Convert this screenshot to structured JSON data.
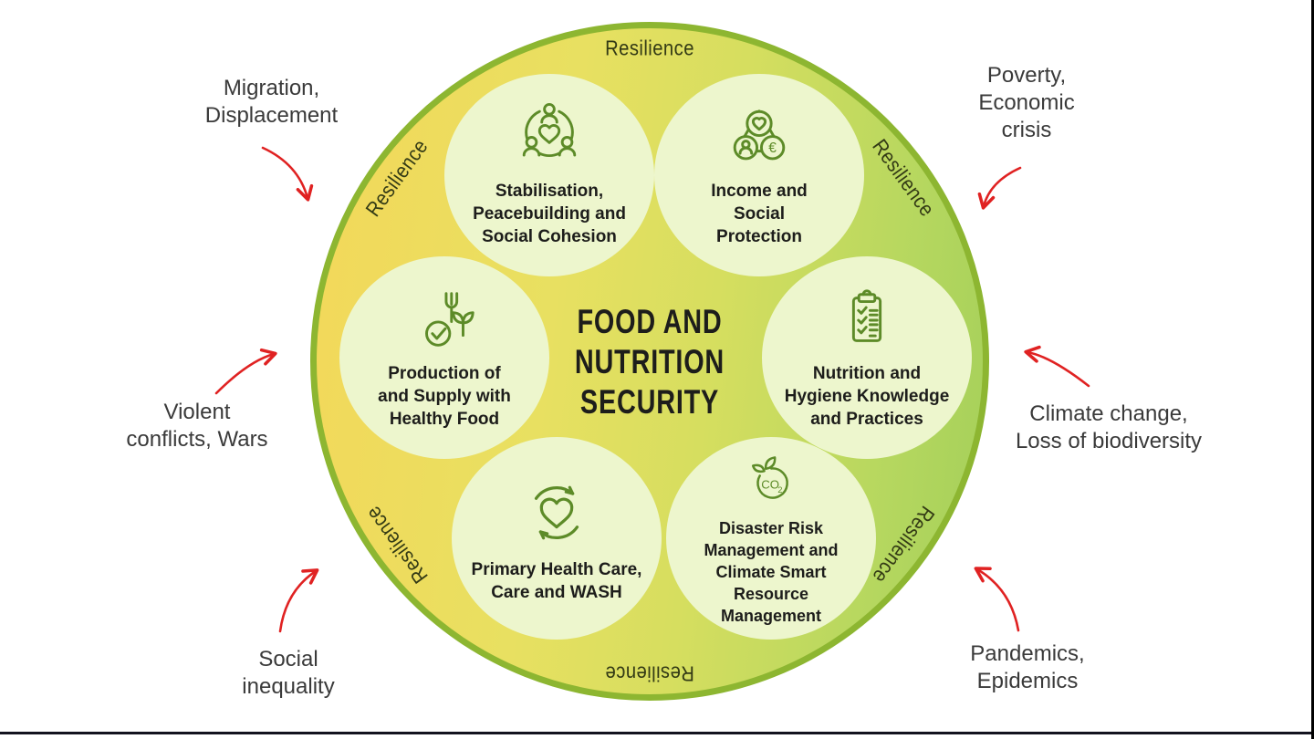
{
  "center": {
    "lines": [
      "FOOD AND",
      "NUTRITION",
      "SECURITY"
    ]
  },
  "ring": {
    "label": "Resilience"
  },
  "segments": [
    {
      "icon": "community-heart-icon",
      "lines": [
        "Stabilisation,",
        "Peacebuilding and",
        "Social Cohesion"
      ]
    },
    {
      "icon": "income-protection-icon",
      "lines": [
        "Income and",
        "Social",
        "Protection"
      ]
    },
    {
      "icon": "checklist-clipboard-icon",
      "lines": [
        "Nutrition and",
        "Hygiene Knowledge",
        "and Practices"
      ]
    },
    {
      "icon": "co2-leaf-icon",
      "lines": [
        "Disaster Risk",
        "Management and",
        "Climate Smart",
        "Resource",
        "Management"
      ]
    },
    {
      "icon": "heart-cycle-icon",
      "lines": [
        "Primary Health Care,",
        "Care and WASH"
      ]
    },
    {
      "icon": "healthy-food-icon",
      "lines": [
        "Production of",
        "and Supply with",
        "Healthy Food"
      ]
    }
  ],
  "factors": [
    {
      "lines": [
        "Migration,",
        "Displacement"
      ]
    },
    {
      "lines": [
        "Poverty,",
        "Economic",
        "crisis"
      ]
    },
    {
      "lines": [
        "Violent",
        "conflicts, Wars"
      ]
    },
    {
      "lines": [
        "Climate change,",
        "Loss of biodiversity"
      ]
    },
    {
      "lines": [
        "Social",
        "inequality"
      ]
    },
    {
      "lines": [
        "Pandemics,",
        "Epidemics"
      ]
    }
  ],
  "colors": {
    "circle_border": "#8db631",
    "gradient_left": "#f3d85a",
    "gradient_right": "#a3cf59",
    "segment_fill": "#edf6cd",
    "icon_stroke": "#5d8b28",
    "arrow_red": "#e02222",
    "title_text": "#1d1d1b",
    "factor_text": "#3a3a3a",
    "ring_text": "#333a15"
  }
}
